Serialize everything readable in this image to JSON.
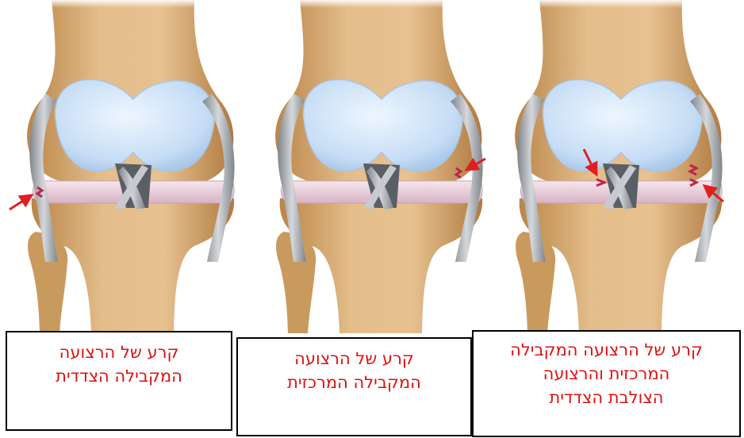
{
  "captions": {
    "left": "קרע של הרצועה\nהמקבילה הצדדית",
    "middle": "קרע של הרצועה\nהמקבילה המרכזית",
    "right": "קרע של הרצועה המקבילה\nהמרכזית והרצועה\nהצולבת הצדדית"
  },
  "colors": {
    "bone": "#d9ac74",
    "bone_shadow": "#b98548",
    "cartilage": "#cfe4f8",
    "meniscus": "#ead0dc",
    "ligament": "#a9adb2",
    "arrow": "#e02020",
    "caption_text": "#e01010"
  }
}
